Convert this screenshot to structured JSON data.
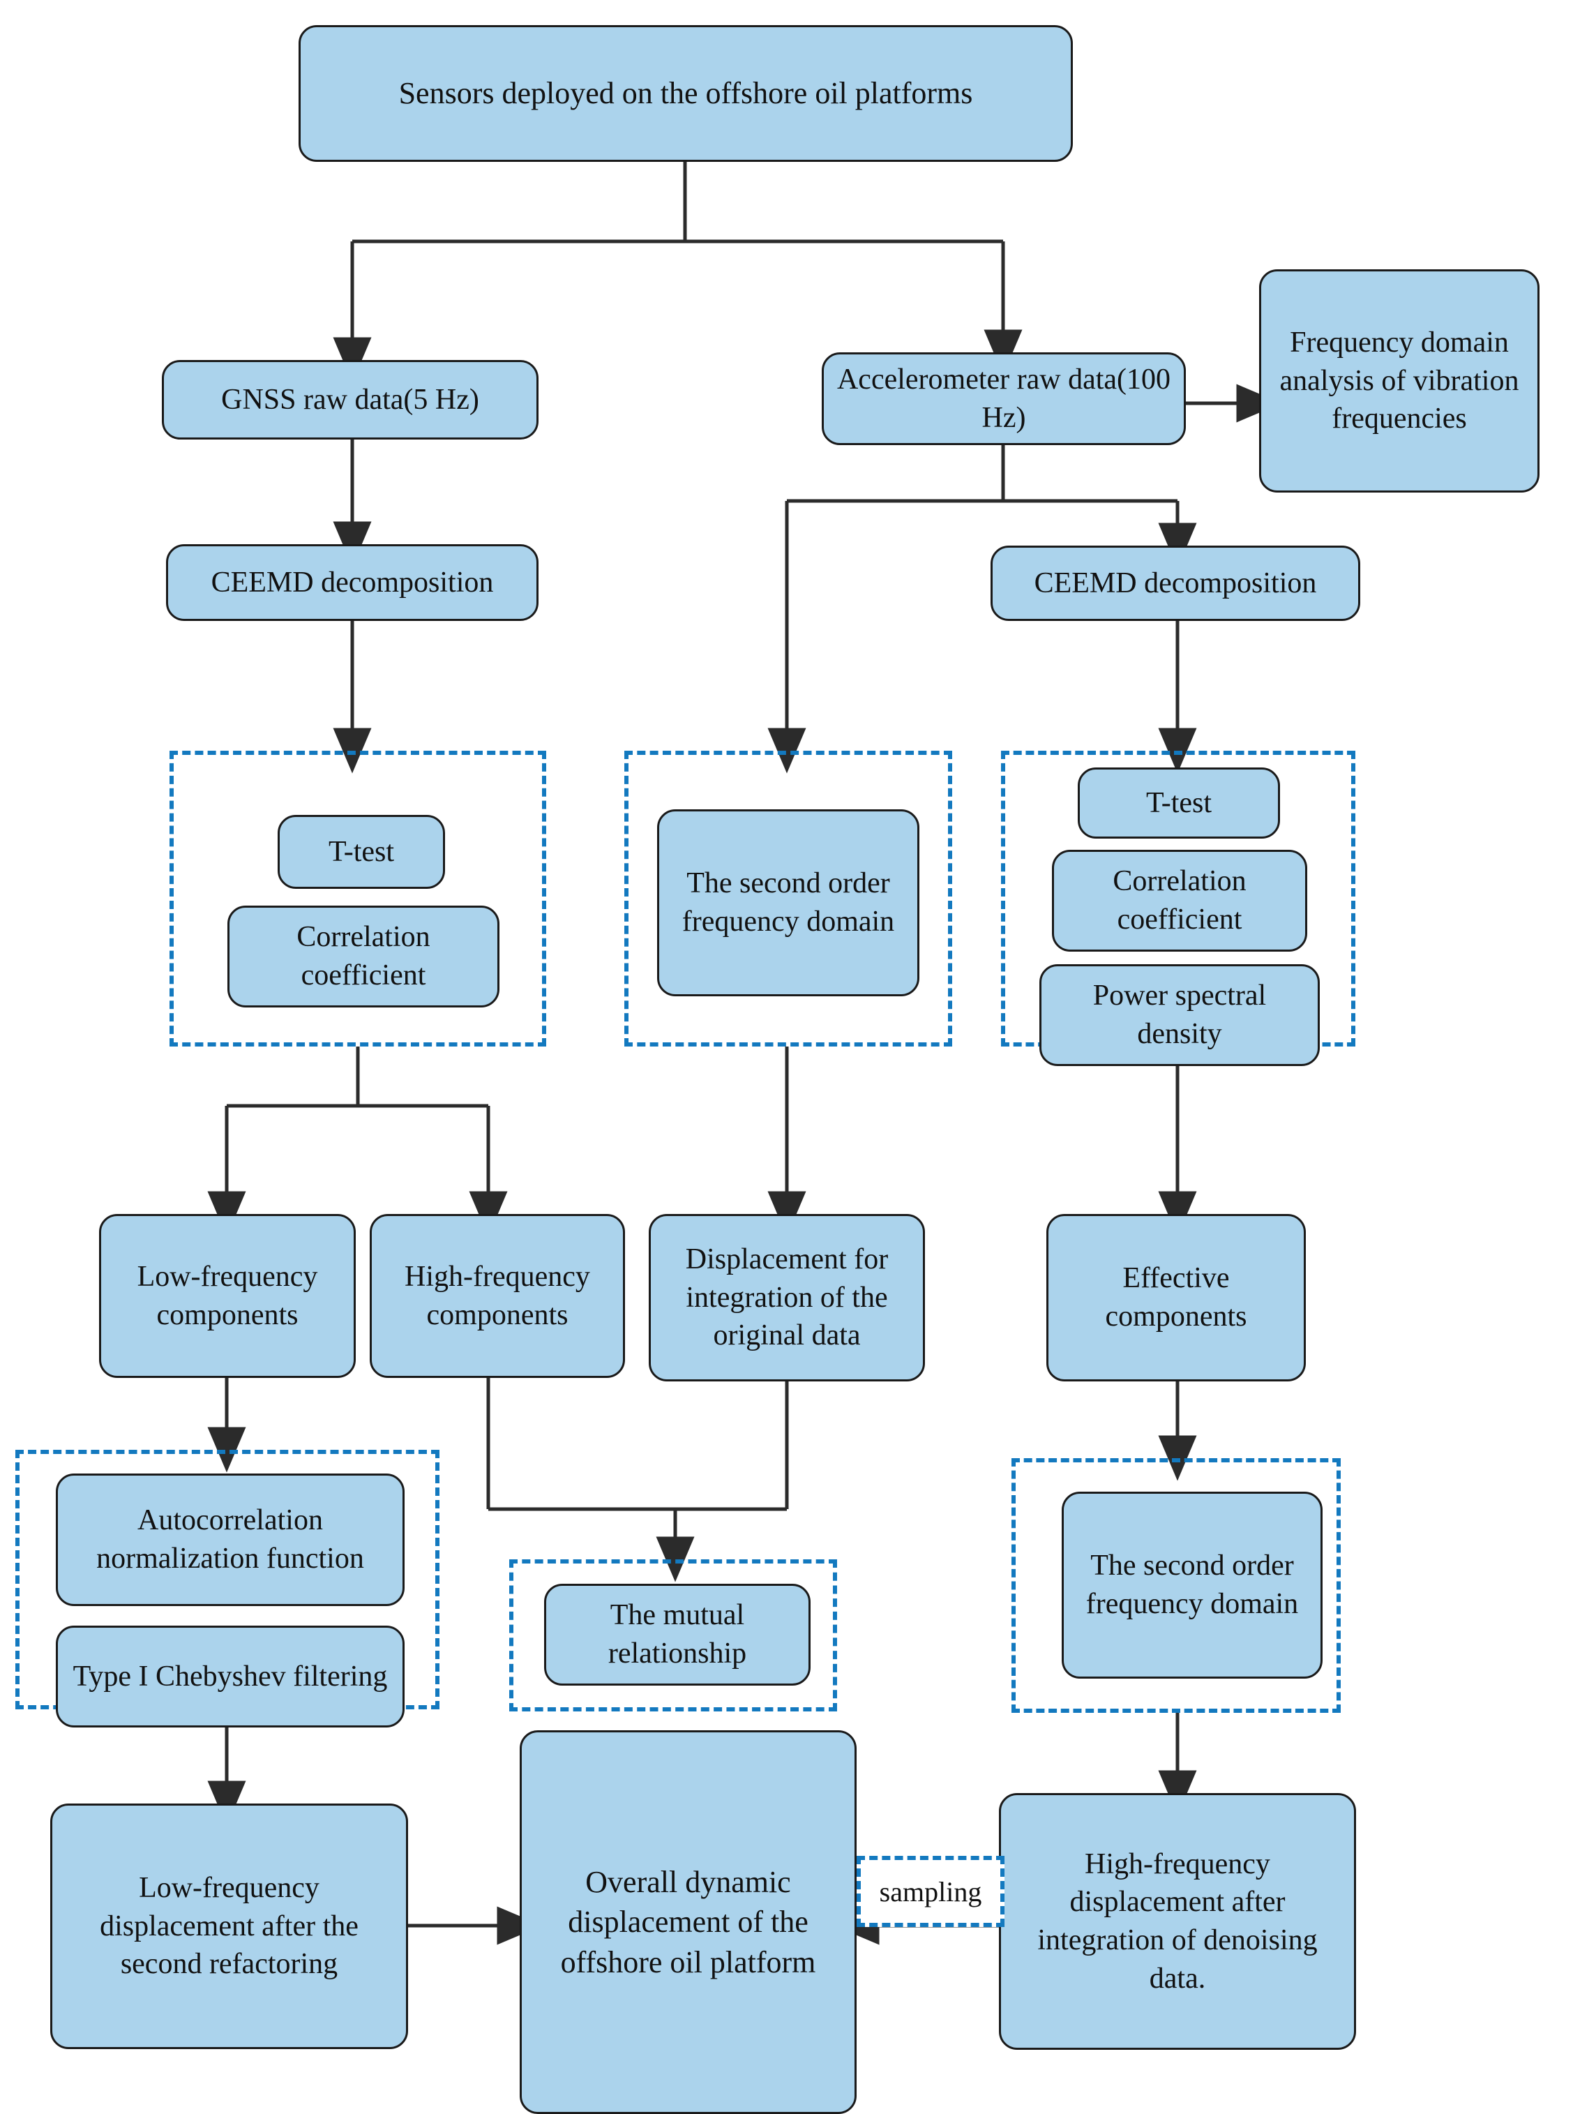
{
  "diagram": {
    "title_node": "Sensors deployed on the offshore oil platforms",
    "colors": {
      "node_fill": "#abd3ec",
      "node_border": "#1a1a1a",
      "dashed_group_border": "#1379bf",
      "connector": "#3a3a3a",
      "background": "#ffffff"
    },
    "nodes": {
      "root": "Sensors deployed on the offshore oil platforms",
      "gnss_raw": "GNSS raw data(5 Hz)",
      "accel_raw": "Accelerometer raw data(100 Hz)",
      "freq_domain_analysis": "Frequency domain analysis of vibration frequencies",
      "ceemd_left": "CEEMD decomposition",
      "ceemd_right": "CEEMD decomposition",
      "t_test_left": "T-test",
      "corr_coeff_left": "Correlation coefficient",
      "second_order_mid": "The second order frequency domain",
      "t_test_right": "T-test",
      "corr_coeff_right": "Correlation coefficient",
      "power_spectral_density": "Power spectral density",
      "low_freq_components": "Low-frequency components",
      "high_freq_components": "High-frequency components",
      "displacement_integration": "Displacement for integration of the original data",
      "effective_components": "Effective components",
      "autocorrelation_norm": "Autocorrelation normalization function",
      "chebyshev_filtering": "Type I Chebyshev filtering",
      "mutual_relationship": "The mutual relationship",
      "second_order_right": "The second order frequency domain",
      "low_freq_displacement": "Low-frequency displacement after the second refactoring",
      "overall_displacement": "Overall dynamic displacement of the offshore oil platform",
      "high_freq_displacement": "High-frequency displacement after integration of denoising data."
    },
    "edge_labels": {
      "sampling": "sampling"
    }
  }
}
